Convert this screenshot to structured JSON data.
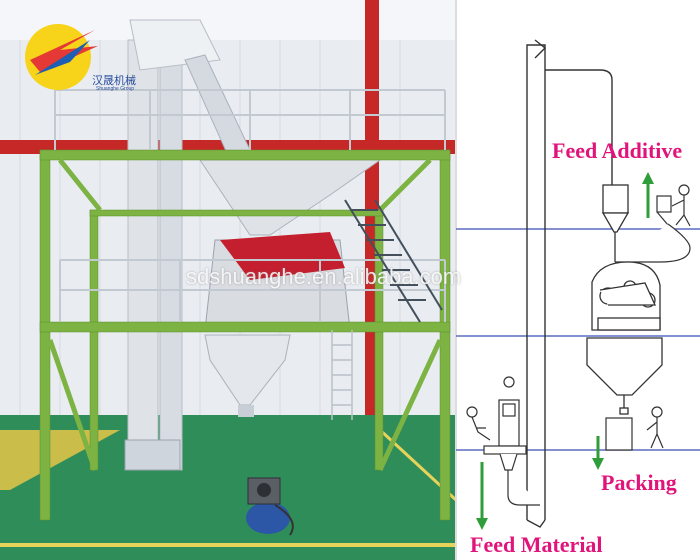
{
  "photo": {
    "brand_cn": "汉晟机械",
    "brand_en": "Shuanghe Group",
    "watermark": "sdshuanghe.en.alibaba.com"
  },
  "diagram": {
    "label_feed_additive": "Feed Additive",
    "label_packing": "Packing",
    "label_feed_material": "Feed Material"
  },
  "colors": {
    "frame_green": "#7cb342",
    "floor_green": "#2f8d5a",
    "column_red": "#c62828",
    "label_magenta": "#e0147a",
    "arrow_green": "#2e9d3a",
    "floor_line_blue": "#5c6bc0"
  }
}
